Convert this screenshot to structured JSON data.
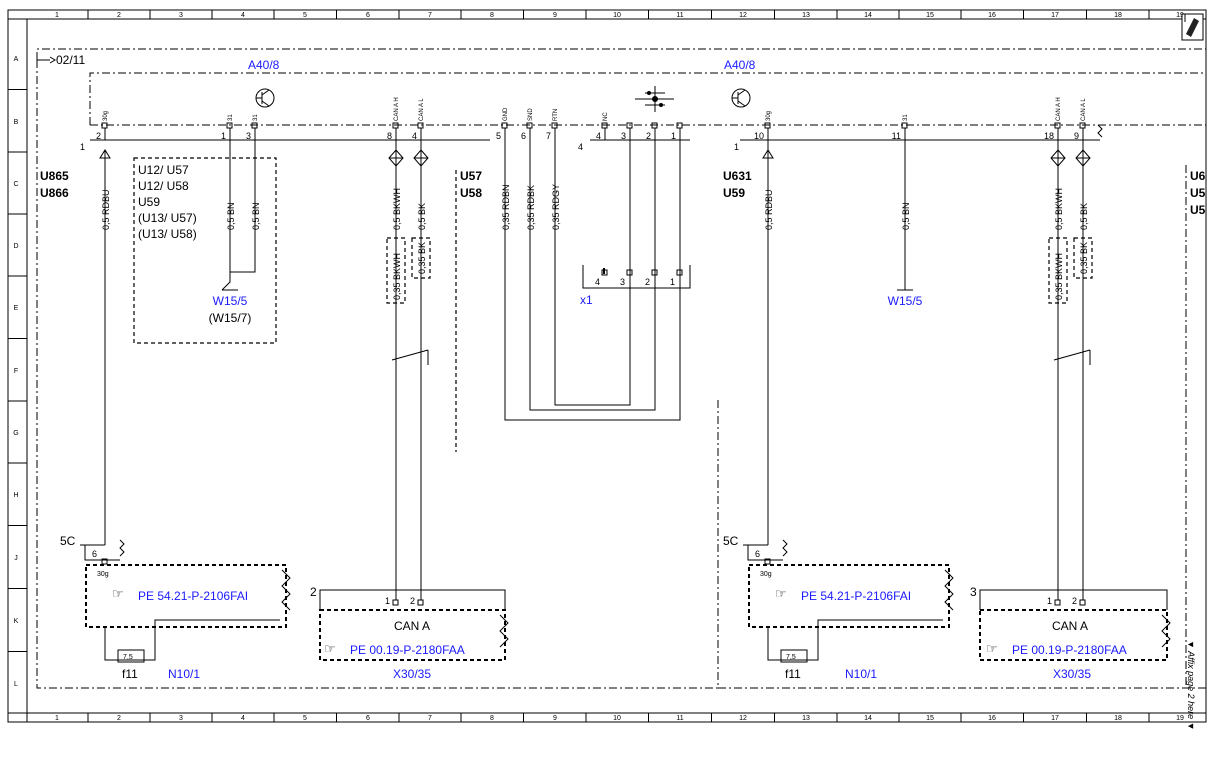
{
  "frame": {
    "col_numbers": [
      "1",
      "2",
      "3",
      "4",
      "5",
      "6",
      "7",
      "8",
      "9",
      "10",
      "11",
      "12",
      "13",
      "14",
      "15",
      "16",
      "17",
      "18",
      "19"
    ],
    "row_letters": [
      "A",
      "B",
      "C",
      "D",
      "E",
      "F",
      "G",
      "H",
      "J",
      "K",
      "L"
    ]
  },
  "sheet_ref": "02/11",
  "affix_note": "▼ Affix page 2 here ▼",
  "left_unit": {
    "title": "A40/8",
    "group_label": "U865\nU866",
    "variant_box": "U12/ U57\nU12/ U58\nU59\n(U13/ U57)\n(U13/ U58)",
    "variant_mid": "U57\nU58",
    "connector_label": "1",
    "pins": [
      {
        "num": "2",
        "name": "30g"
      },
      {
        "num": "1",
        "name": "31"
      },
      {
        "num": "3",
        "name": "31"
      },
      {
        "num": "8",
        "name": "CAN A H"
      },
      {
        "num": "4",
        "name": "CAN A L"
      },
      {
        "num": "5",
        "name": "GND"
      },
      {
        "num": "6",
        "name": "SND"
      },
      {
        "num": "7",
        "name": "RTN"
      }
    ],
    "wires": [
      {
        "name": "wire-30g",
        "label": "0,5 RDBU"
      },
      {
        "name": "wire-31a",
        "label": "0,5 BN"
      },
      {
        "name": "wire-31b",
        "label": "0,5 BN"
      },
      {
        "name": "wire-canh",
        "label": "0,5 BKWH"
      },
      {
        "name": "wire-canl",
        "label": "0,5 BK"
      },
      {
        "name": "wire-gnd",
        "label": "0,35 RDBN"
      },
      {
        "name": "wire-snd",
        "label": "0,35 RDBK"
      },
      {
        "name": "wire-rtn",
        "label": "0,35 RDGY"
      }
    ],
    "twisted_wires": [
      {
        "label": "0,35 BKWH"
      },
      {
        "label": "0,35 BK"
      }
    ],
    "ground": {
      "name": "W15/5",
      "alt": "(W15/7)"
    },
    "fuse_module": {
      "connector": "5C",
      "pin": "6",
      "pin_name": "30g",
      "ref": "PE 54.21-P-2106FAI",
      "fuse_value": "7,5",
      "fuse_name": "f11",
      "module": "N10/1"
    },
    "can_module": {
      "connector": "2",
      "pin1": "1",
      "pin2": "2",
      "title": "CAN A",
      "ref": "PE 00.19-P-2180FAA",
      "module": "X30/35"
    }
  },
  "antenna_connector": {
    "pin_group_label": "4",
    "pins": [
      {
        "num": "4",
        "name": "NC"
      },
      {
        "num": "3",
        "name": ""
      },
      {
        "num": "2",
        "name": ""
      },
      {
        "num": "1",
        "name": ""
      }
    ],
    "plug": {
      "name": "x1",
      "pins": [
        "4",
        "3",
        "2",
        "1"
      ]
    }
  },
  "right_unit": {
    "title": "A40/8",
    "group_label": "U631\nU59",
    "right_cut_label": "U6\nU5\nU5",
    "connector_label": "1",
    "pins": [
      {
        "num": "10",
        "name": "30g"
      },
      {
        "num": "11",
        "name": "31"
      },
      {
        "num": "18",
        "name": "CAN A H"
      },
      {
        "num": "9",
        "name": "CAN A L"
      }
    ],
    "wires": [
      {
        "name": "wire-30g",
        "label": "0,5 RDBU"
      },
      {
        "name": "wire-31",
        "label": "0,5 BN"
      },
      {
        "name": "wire-canh",
        "label": "0,5 BKWH"
      },
      {
        "name": "wire-canl",
        "label": "0,5 BK"
      }
    ],
    "twisted_wires": [
      {
        "label": "0,35 BKWH"
      },
      {
        "label": "0,35 BK"
      }
    ],
    "ground": {
      "name": "W15/5"
    },
    "fuse_module": {
      "connector": "5C",
      "pin": "6",
      "pin_name": "30g",
      "ref": "PE 54.21-P-2106FAI",
      "fuse_value": "7,5",
      "fuse_name": "f11",
      "module": "N10/1"
    },
    "can_module": {
      "connector": "3",
      "pin1": "1",
      "pin2": "2",
      "title": "CAN A",
      "ref": "PE 00.19-P-2180FAA",
      "module": "X30/35"
    }
  }
}
